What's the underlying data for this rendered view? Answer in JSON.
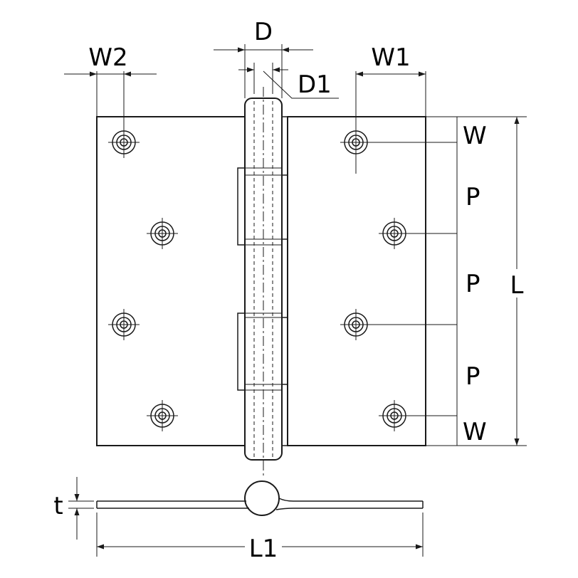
{
  "labels": {
    "d": "D",
    "d1": "D1",
    "w1": "W1",
    "w2": "W2",
    "w_top": "W",
    "p_1": "P",
    "p_2": "P",
    "p_3": "P",
    "w_bottom": "W",
    "l": "L",
    "l1": "L1",
    "t": "t"
  }
}
